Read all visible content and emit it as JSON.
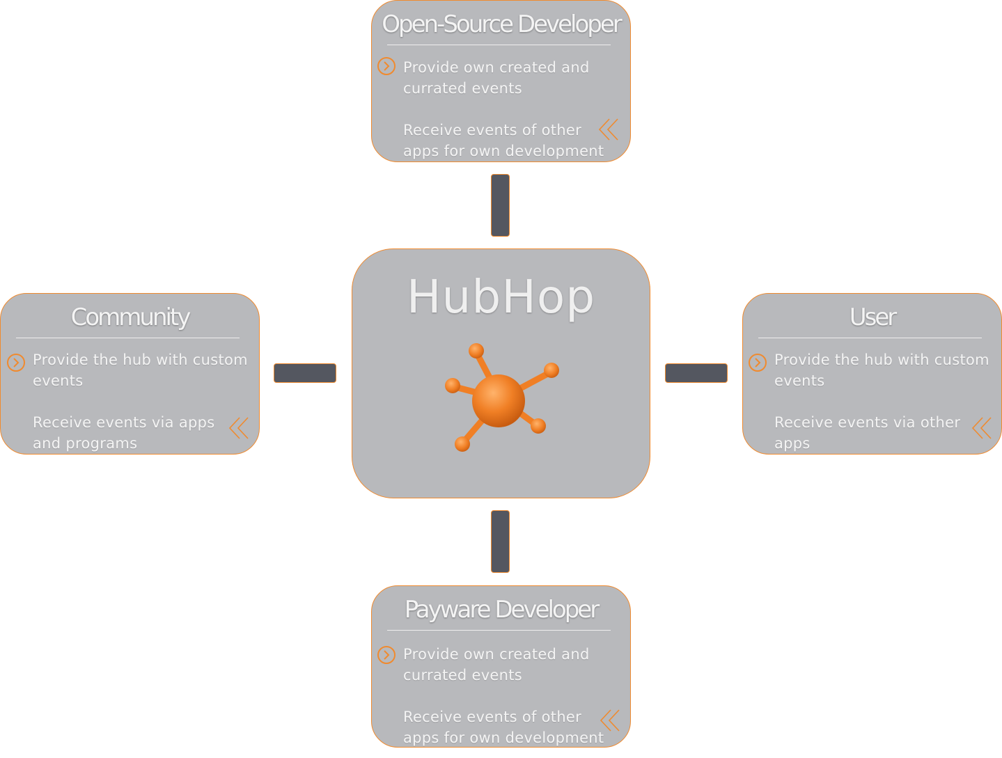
{
  "hub": {
    "title": "HubHop"
  },
  "cards": {
    "top": {
      "title": "Open-Source Developer",
      "provide": [
        "Provide own created and",
        "currated events"
      ],
      "receive": [
        "Receive events of other",
        "apps for own development"
      ]
    },
    "left": {
      "title": "Community",
      "provide": [
        "Provide the hub with custom",
        "events"
      ],
      "receive": [
        "Receive events via apps",
        "and programs"
      ]
    },
    "right": {
      "title": "User",
      "provide": [
        "Provide the hub with custom",
        "events"
      ],
      "receive": [
        "Receive events via other",
        "apps"
      ]
    },
    "bottom": {
      "title": "Payware Developer",
      "provide": [
        "Provide own created and",
        "currated events"
      ],
      "receive": [
        "Receive events of other",
        "apps for own development"
      ]
    }
  },
  "icons": {
    "provide": "chevron-right-circle-icon",
    "receive": "double-chevron-left-icon",
    "hub": "hub-molecule-icon"
  },
  "colors": {
    "accent": "#f08a2e",
    "card_bg": "#b8b9bc",
    "connector": "#545760",
    "text": "#f4f4f4"
  }
}
